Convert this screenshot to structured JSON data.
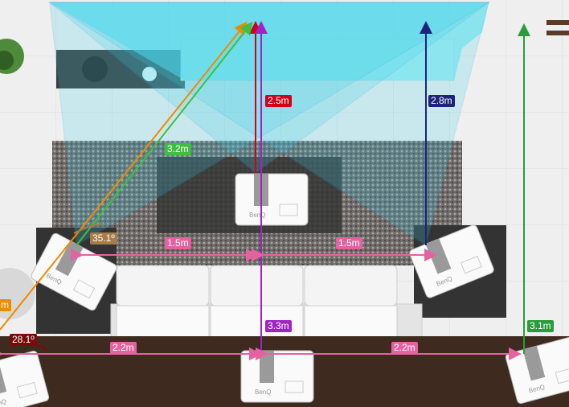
{
  "brand": "BenQ",
  "labels": {
    "center_throw": "2.5m",
    "right_throw": "2.8m",
    "left_diagonal": "3.2m",
    "left_angle": "35.1º",
    "left_offset": "1.5m",
    "right_offset": "1.5m",
    "rear_throw": "3.3m",
    "far_right_throw": "3.1m",
    "far_left_angle": "28.1º",
    "rear_left_offset": "2.2m",
    "rear_right_offset": "2.2m",
    "far_left_partial": "m"
  },
  "colors": {
    "center_throw": "#d0021b",
    "right_throw": "#1b237a",
    "left_diagonal": "#3fbf3f",
    "left_angle": "#a57c45",
    "offset": "#e462a0",
    "rear_throw": "#a024c4",
    "far_right_throw": "#2a9d3a",
    "far_left_angle": "#7a0b0b",
    "far_left_partial": "#f08a00",
    "beam": "#2aa0d8"
  }
}
